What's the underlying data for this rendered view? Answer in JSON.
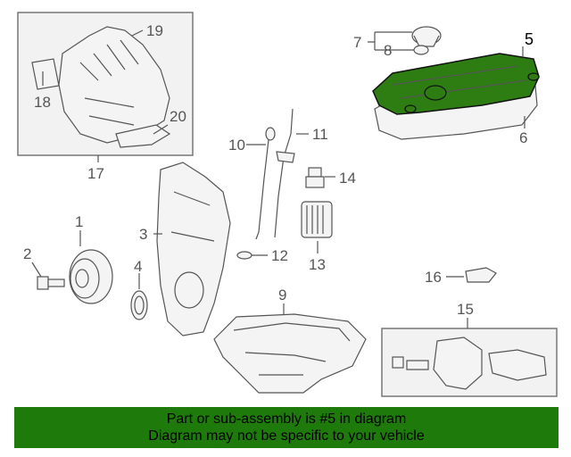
{
  "callouts": {
    "c1": "1",
    "c2": "2",
    "c3": "3",
    "c4": "4",
    "c5": "5",
    "c6": "6",
    "c7": "7",
    "c8": "8",
    "c9": "9",
    "c10": "10",
    "c11": "11",
    "c12": "12",
    "c13": "13",
    "c14": "14",
    "c15": "15",
    "c16": "16",
    "c17": "17",
    "c18": "18",
    "c19": "19",
    "c20": "20"
  },
  "banner": {
    "line1": "Part or sub-assembly is #5 in diagram",
    "line2": "Diagram may not be specific to your vehicle",
    "color": "#1e7a0a"
  },
  "highlight_color": "#2e7d12"
}
